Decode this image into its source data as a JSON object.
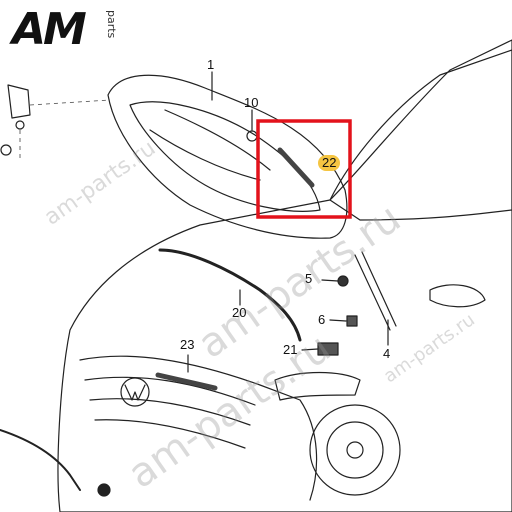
{
  "brand": {
    "logo_text": "AM",
    "logo_side_text": "parts",
    "watermark_text": "am-parts.ru"
  },
  "callouts": [
    {
      "id": "1",
      "label": "1"
    },
    {
      "id": "10",
      "label": "10"
    },
    {
      "id": "22",
      "label": "22"
    },
    {
      "id": "5",
      "label": "5"
    },
    {
      "id": "20",
      "label": "20"
    },
    {
      "id": "6",
      "label": "6"
    },
    {
      "id": "21",
      "label": "21"
    },
    {
      "id": "4",
      "label": "4"
    },
    {
      "id": "23",
      "label": "23"
    }
  ],
  "colors": {
    "highlight_box": "#e3121b",
    "highlight_badge": "#f5c542",
    "line_art": "#222222",
    "watermark": "#9a9a9a"
  }
}
